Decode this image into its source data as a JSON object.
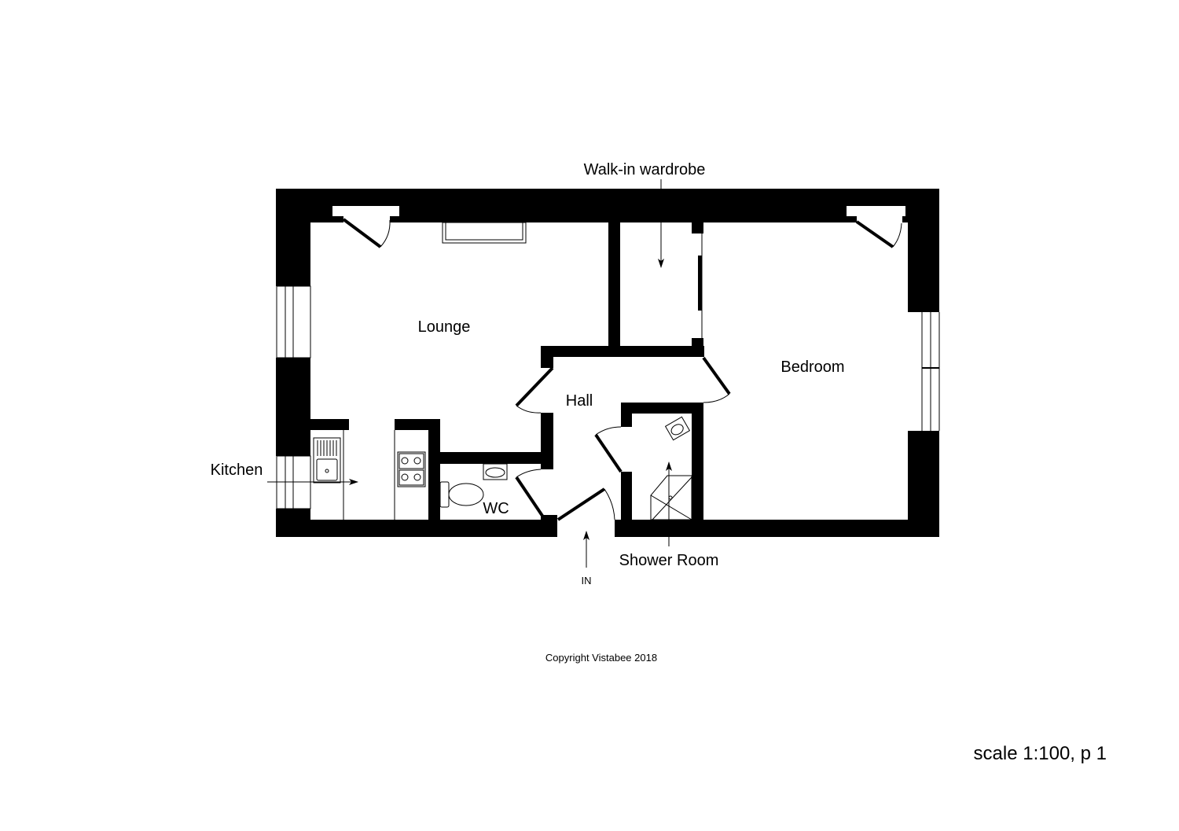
{
  "rooms": {
    "lounge": "Lounge",
    "hall": "Hall",
    "bedroom": "Bedroom",
    "kitchen": "Kitchen",
    "wc": "WC",
    "walk_in_wardrobe": "Walk-in wardrobe",
    "shower_room": "Shower Room"
  },
  "entrance_label": "IN",
  "copyright": "Copyright Vistabee 2018",
  "scale_label": "scale 1:100, p 1",
  "colors": {
    "wall": "#000000",
    "background": "#ffffff"
  }
}
